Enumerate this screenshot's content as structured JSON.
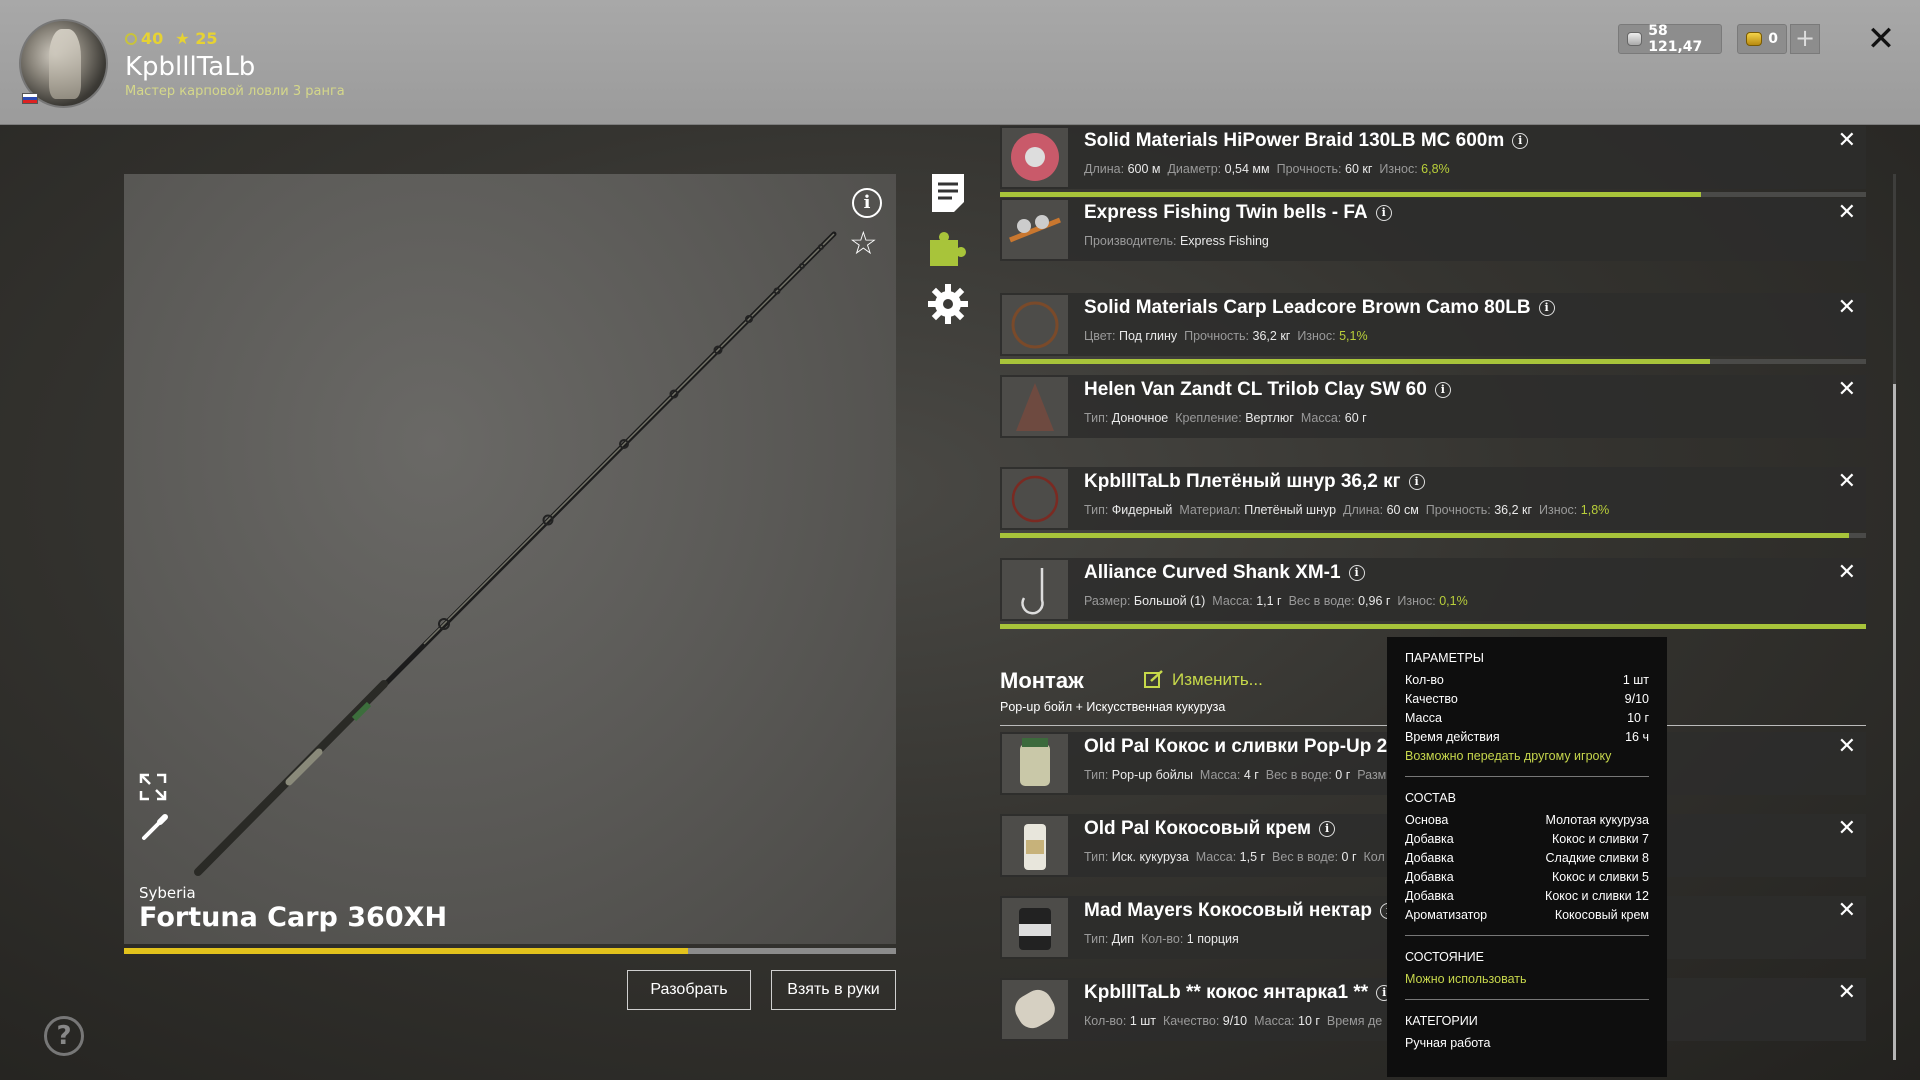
{
  "header": {
    "stats": {
      "rank_value": "40",
      "star_value": "25"
    },
    "player_name": "KpblllTaLb",
    "player_title": "Мастер карповой ловли 3 ранга",
    "silver": "58 121,47",
    "gold": "0",
    "plus_label": "+",
    "close_label": "✕"
  },
  "rod": {
    "brand": "Syberia",
    "name": "Fortuna Carp 360XH",
    "wear_fraction": 0.73,
    "disassemble_label": "Разобрать",
    "take_label": "Взять в руки",
    "info_label": "i",
    "star_label": "☆"
  },
  "help_label": "?",
  "icons": {
    "side": [
      "notes-icon",
      "puzzle-icon",
      "gear-icon"
    ],
    "accent": "#a8c43a"
  },
  "items": [
    {
      "title": "Solid Materials HiPower Braid 130LB MC 600m",
      "props": [
        [
          "Длина:",
          "600 м"
        ],
        [
          "Диаметр:",
          "0,54 мм"
        ],
        [
          "Прочность:",
          "60 кг"
        ],
        [
          "Износ:",
          "6,8%",
          "g"
        ]
      ],
      "wear": 0.81
    },
    {
      "title": "Express Fishing Twin bells - FA",
      "props": [
        [
          "Производитель:",
          "Express Fishing"
        ]
      ]
    },
    {
      "title": "Solid Materials Carp Leadcore Brown Camo 80LB",
      "props": [
        [
          "Цвет:",
          "Под глину"
        ],
        [
          "Прочность:",
          "36,2 кг"
        ],
        [
          "Износ:",
          "5,1%",
          "g"
        ]
      ],
      "wear": 0.82
    },
    {
      "title": "Helen Van Zandt CL Trilob Clay SW 60",
      "props": [
        [
          "Тип:",
          "Доночное"
        ],
        [
          "Крепление:",
          "Вертлюг"
        ],
        [
          "Масса:",
          "60 г"
        ]
      ]
    },
    {
      "title": "KpblllTaLb Плетёный шнур 36,2 кг",
      "props": [
        [
          "Тип:",
          "Фидерный"
        ],
        [
          "Материал:",
          "Плетёный шнур"
        ],
        [
          "Длина:",
          "60 см"
        ],
        [
          "Прочность:",
          "36,2 кг"
        ],
        [
          "Износ:",
          "1,8%",
          "g"
        ]
      ],
      "wear": 0.98
    },
    {
      "title": "Alliance Curved Shank XM-1",
      "props": [
        [
          "Размер:",
          "Большой (1)"
        ],
        [
          "Масса:",
          "1,1 г"
        ],
        [
          "Вес в воде:",
          "0,96 г"
        ],
        [
          "Износ:",
          "0,1%",
          "g"
        ]
      ],
      "wear": 1.0
    }
  ],
  "rig": {
    "title": "Монтаж",
    "edit_label": "Изменить...",
    "subtitle": "Pop-up бойл  +  Искусственная кукуруза"
  },
  "baits": [
    {
      "title": "Old Pal Кокос и сливки Pop-Up 22",
      "props": [
        [
          "Тип:",
          "Pop-up бойлы"
        ],
        [
          "Масса:",
          "4 г"
        ],
        [
          "Вес в воде:",
          "0 г"
        ],
        [
          "Разм",
          ""
        ]
      ]
    },
    {
      "title": "Old Pal Кокосовый крем",
      "props": [
        [
          "Тип:",
          "Иск. кукуруза"
        ],
        [
          "Масса:",
          "1,5 г"
        ],
        [
          "Вес в воде:",
          "0 г"
        ],
        [
          "Кол",
          ""
        ]
      ]
    },
    {
      "title": "Mad Mayers Кокосовый нектар",
      "props": [
        [
          "Тип:",
          "Дип"
        ],
        [
          "Кол-во:",
          "1 порция"
        ]
      ]
    },
    {
      "title": "KpblllTaLb ** кокос янтарка1 **",
      "props": [
        [
          "Кол-во:",
          "1 шт"
        ],
        [
          "Качество:",
          "9/10"
        ],
        [
          "Масса:",
          "10 г"
        ],
        [
          "Время де",
          ""
        ]
      ]
    }
  ],
  "tooltip": {
    "params_title": "ПАРАМЕТРЫ",
    "params": [
      [
        "Кол-во",
        "1 шт"
      ],
      [
        "Качество",
        "9/10"
      ],
      [
        "Масса",
        "10 г"
      ],
      [
        "Время действия",
        "16 ч"
      ]
    ],
    "transfer_note": "Возможно передать другому игроку",
    "composition_title": "СОСТАВ",
    "composition": [
      [
        "Основа",
        "Молотая кукуруза"
      ],
      [
        "Добавка",
        "Кокос и сливки 7"
      ],
      [
        "Добавка",
        "Сладкие сливки 8"
      ],
      [
        "Добавка",
        "Кокос и сливки 5"
      ],
      [
        "Добавка",
        "Кокос и сливки 12"
      ],
      [
        "Ароматизатор",
        "Кокосовый крем"
      ]
    ],
    "state_title": "СОСТОЯНИЕ",
    "state_value": "Можно использовать",
    "categories_title": "КАТЕГОРИИ",
    "categories_value": "Ручная работа"
  }
}
